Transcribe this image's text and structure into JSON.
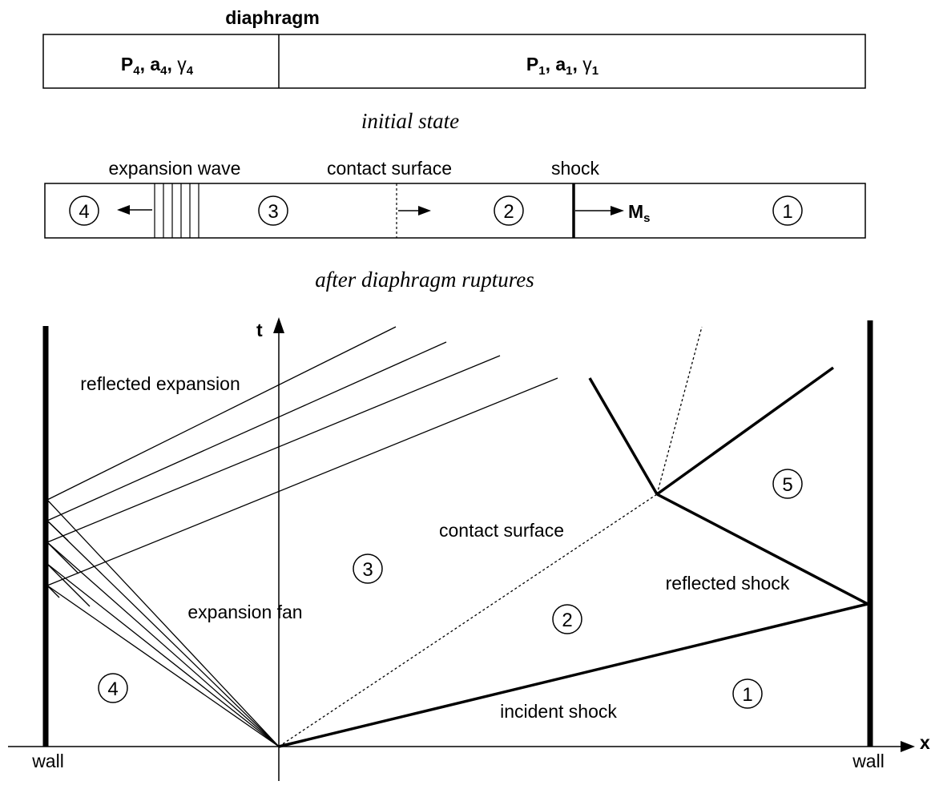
{
  "top": {
    "diaphragm_label": "diaphragm",
    "left_state": {
      "p": "P",
      "p_sub": "4",
      "a": "a",
      "a_sub": "4",
      "g": "γ",
      "g_sub": "4"
    },
    "right_state": {
      "p": "P",
      "p_sub": "1",
      "a": "a",
      "a_sub": "1",
      "g": "γ",
      "g_sub": "1"
    },
    "caption": "initial state"
  },
  "middle": {
    "expansion_wave_label": "expansion wave",
    "contact_surface_label": "contact surface",
    "shock_label": "shock",
    "ms_main": "M",
    "ms_sub": "s",
    "regions": [
      "4",
      "3",
      "2",
      "1"
    ],
    "caption": "after diaphragm ruptures"
  },
  "xt": {
    "t_axis": "t",
    "x_axis": "x",
    "wall_left": "wall",
    "wall_right": "wall",
    "reflected_expansion": "reflected expansion",
    "contact_surface": "contact surface",
    "reflected_shock": "reflected shock",
    "expansion_fan": "expansion fan",
    "incident_shock": "incident shock",
    "regions": [
      "3",
      "2",
      "4",
      "1",
      "5"
    ]
  }
}
